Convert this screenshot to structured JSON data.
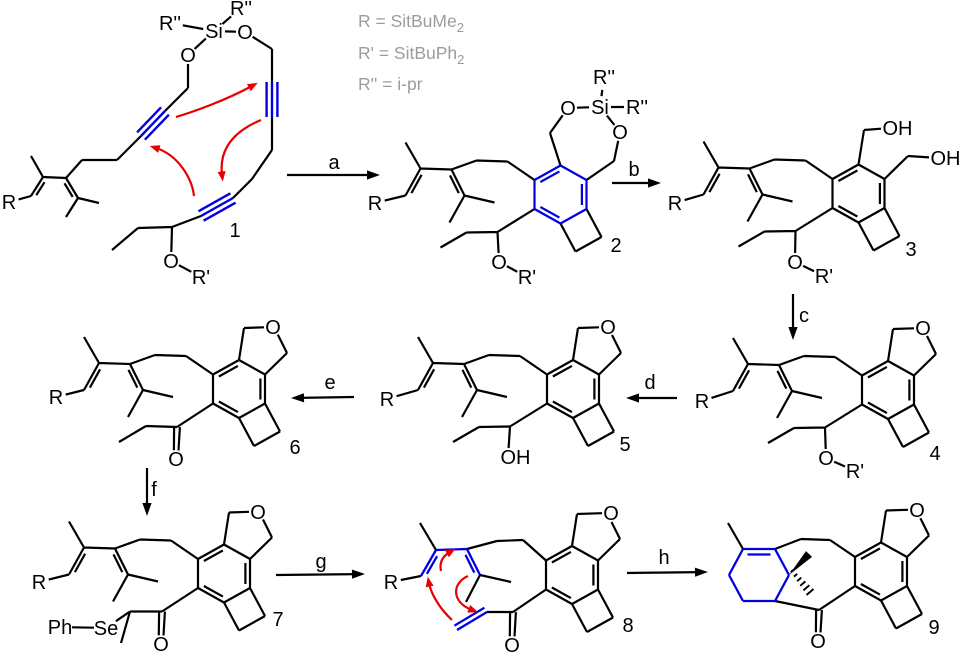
{
  "scheme": {
    "description": "Multi-step organic synthesis scheme",
    "legend": {
      "line1": {
        "text": "R = SitBuMe",
        "sub": "2"
      },
      "line2": {
        "text": "R' = SitBuPh",
        "sub": "2"
      },
      "line3": {
        "text": "R'' = i-pr",
        "sub": ""
      }
    },
    "colors": {
      "bond": "#000000",
      "highlight_blue": "#0000e0",
      "electron_arrow_red": "#e80000",
      "legend_gray": "#9c9c9c",
      "background": "#ffffff"
    },
    "steps": {
      "a": "a",
      "b": "b",
      "c": "c",
      "d": "d",
      "e": "e",
      "f": "f",
      "g": "g",
      "h": "h"
    },
    "compounds": {
      "1": "1",
      "2": "2",
      "3": "3",
      "4": "4",
      "5": "5",
      "6": "6",
      "7": "7",
      "8": "8",
      "9": "9"
    },
    "atoms": {
      "s1_rq_left": "R''",
      "s1_rq_top": "R''",
      "s1_si": "Si",
      "s1_o_left": "O",
      "s1_o_right": "O",
      "s1_r": "R",
      "s1_o_ether": "O",
      "s1_rp": "R'",
      "s2_rq_top": "R''",
      "s2_si": "Si",
      "s2_rq_right": "R''",
      "s2_o_left": "O",
      "s2_o_right": "O",
      "s2_r": "R",
      "s2_o_ether": "O",
      "s2_rp": "R'",
      "s3_oh_top": "OH",
      "s3_oh_right": "OH",
      "s3_r": "R",
      "s3_o_ether": "O",
      "s3_rp": "R'",
      "s4_o_furan": "O",
      "s4_r": "R",
      "s4_o_ether": "O",
      "s4_rp": "R'",
      "s5_o_furan": "O",
      "s5_r": "R",
      "s5_oh": "OH",
      "s6_o_furan": "O",
      "s6_r": "R",
      "s6_o_ketone": "O",
      "s7_o_furan": "O",
      "s7_r": "R",
      "s7_ph": "Ph",
      "s7_se": "Se",
      "s7_o_ketone": "O",
      "s8_o_furan": "O",
      "s8_r": "R",
      "s8_o_ketone": "O",
      "s9_o_furan": "O",
      "s9_o_ketone": "O"
    }
  }
}
